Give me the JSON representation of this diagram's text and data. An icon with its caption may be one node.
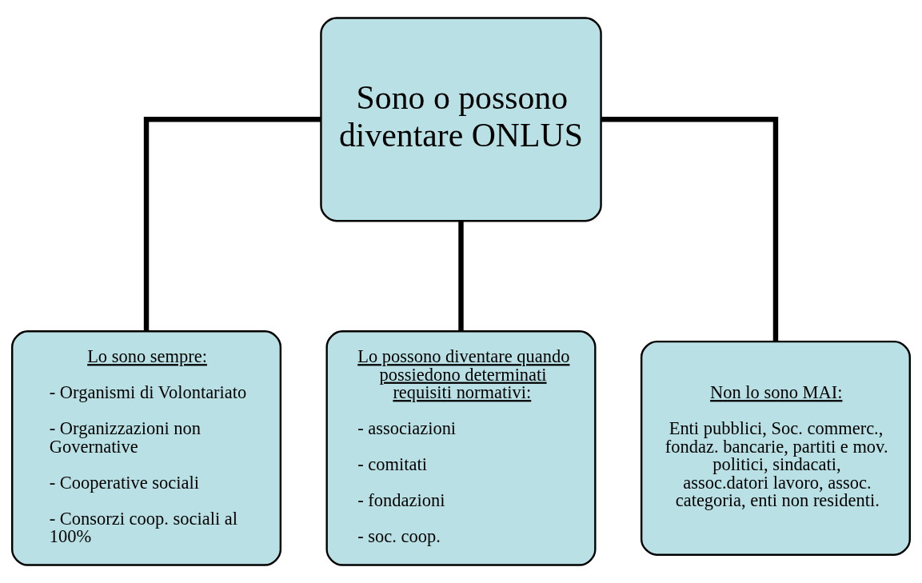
{
  "diagram": {
    "nodes": [
      {
        "text": [
          "Sono o possono diventare ONLUS"
        ]
      },
      {
        "text": [
          "Lo sono sempre:",
          "- Organismi di Volontariato",
          "- Organizzazioni non Governative",
          "- Cooperative sociali",
          "- Consorzi coop. sociali al 100%"
        ]
      },
      {
        "text": [
          "Lo possono diventare quando possiedono determinati requisiti normativi:",
          "- associazioni",
          "- comitati",
          "- fondazioni",
          "- soc. coop."
        ]
      },
      {
        "text": [
          "Non lo sono MAI:",
          "Enti pubblici, Soc. commerc., fondaz. bancarie, partiti e mov. politici, sindacati, assoc.datori lavoro, assoc. categoria, enti non residenti."
        ]
      }
    ],
    "edges": [
      {
        "from": 0,
        "to": 1,
        "arrow": "none"
      },
      {
        "from": 0,
        "to": 2,
        "arrow": "none"
      },
      {
        "from": 0,
        "to": 3,
        "arrow": "none"
      }
    ]
  }
}
